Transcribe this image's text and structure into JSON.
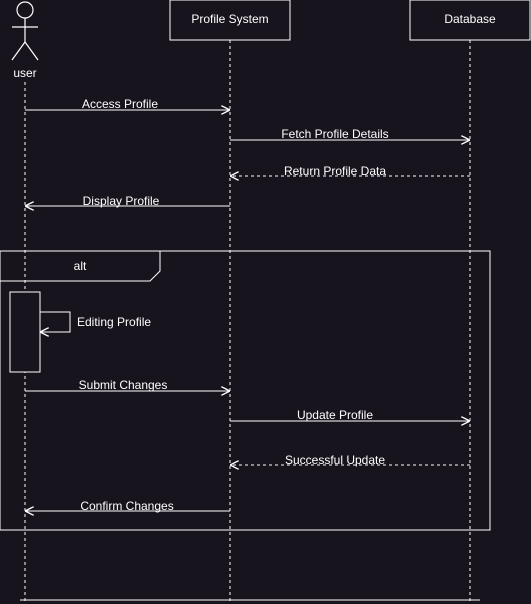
{
  "participants": {
    "user": "user",
    "profile_system": "Profile System",
    "database": "Database"
  },
  "messages": [
    "Access Profile",
    "Fetch Profile Details",
    "Return Profile Data",
    "Display Profile",
    "Editing Profile",
    "Submit Changes",
    "Update Profile",
    "Successful Update",
    "Confirm Changes"
  ],
  "fragment": {
    "label": "alt"
  },
  "colors": {
    "background": "#18141d",
    "line": "#ffffff",
    "text": "#ffffff"
  }
}
